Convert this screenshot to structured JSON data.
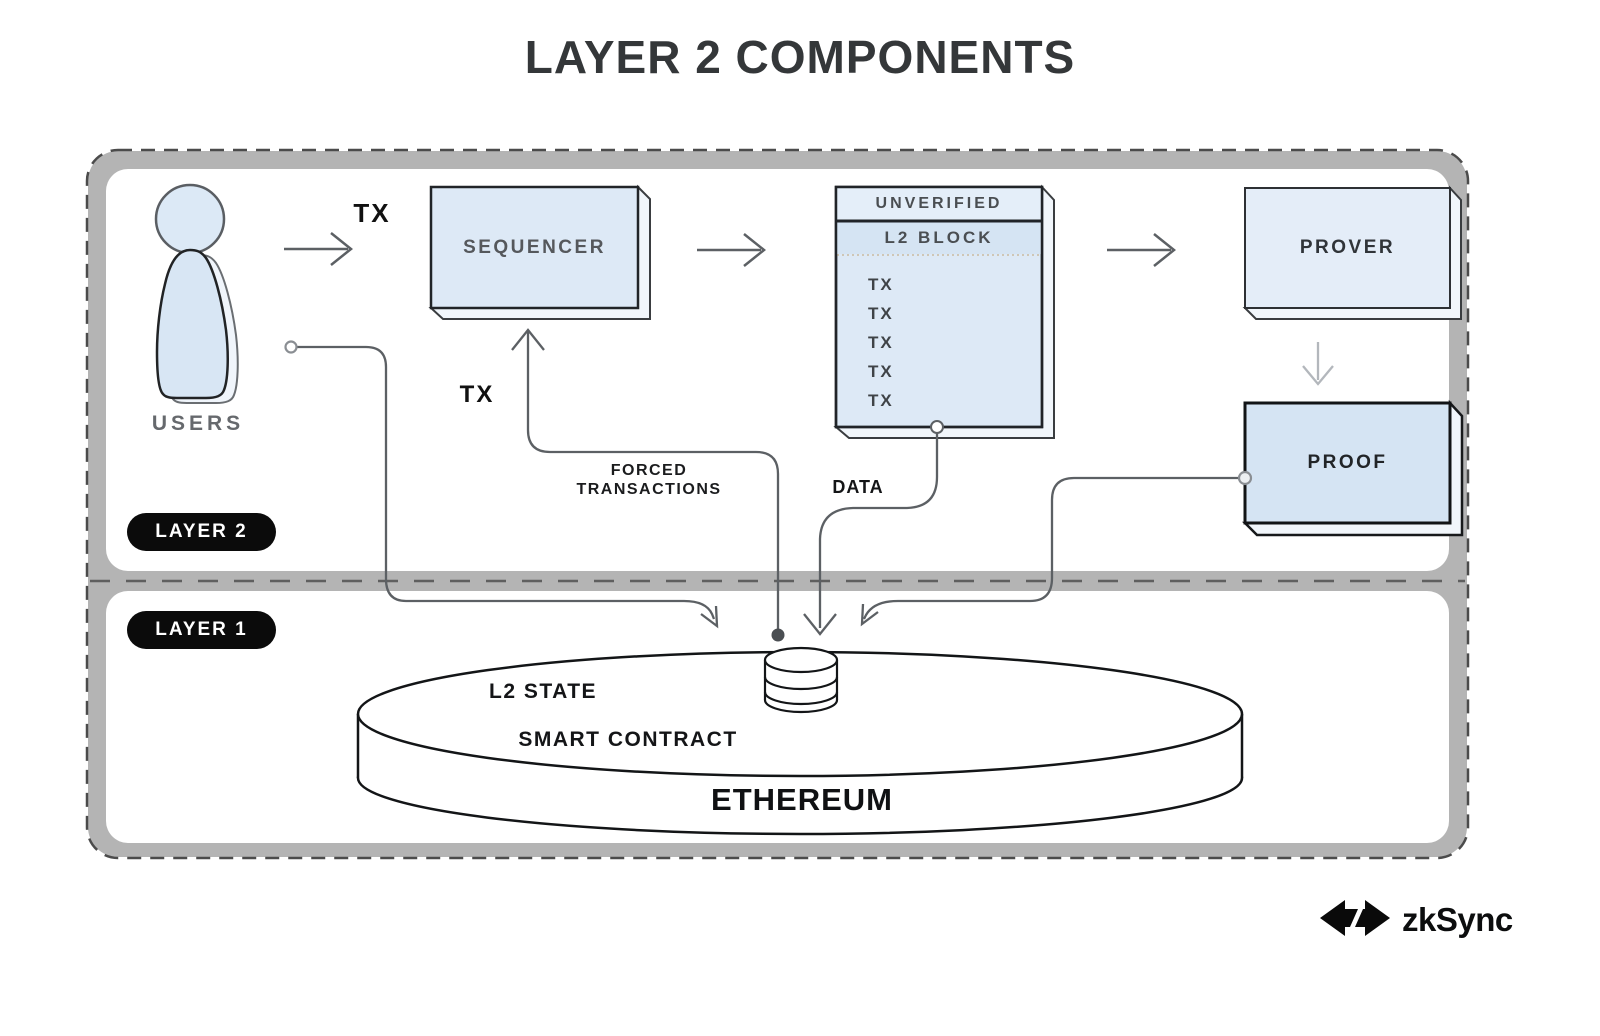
{
  "title": "LAYER 2 COMPONENTS",
  "badges": {
    "layer2": "LAYER 2",
    "layer1": "LAYER 1"
  },
  "layer2": {
    "users_label": "USERS",
    "users_tx_label": "TX",
    "sequencer_label": "SEQUENCER",
    "forced_tx_arrow_label": "TX",
    "forced_tx_label": "FORCED TRANSACTIONS",
    "block": {
      "header": "UNVERIFIED",
      "subheader": "L2 BLOCK",
      "items": [
        "TX",
        "TX",
        "TX",
        "TX",
        "TX"
      ]
    },
    "data_label": "DATA",
    "prover_label": "PROVER",
    "proof_label": "PROOF"
  },
  "layer1": {
    "contract_line1": "L2 STATE",
    "contract_line2": "SMART CONTRACT",
    "ethereum_label": "ETHEREUM"
  },
  "footer": {
    "brand": "zkSync"
  },
  "colors": {
    "box_fill": "#dde9f6",
    "box_fill_light": "#e4edf8",
    "box_fill_dark": "#d5e4f3",
    "frame_gray": "#b4b4b4",
    "line_gray": "#5c6064",
    "badge_black": "#0b0b0b"
  },
  "icons": [
    "user-icon",
    "database-icon",
    "ethereum-disk-icon",
    "zksync-logo-icon"
  ]
}
